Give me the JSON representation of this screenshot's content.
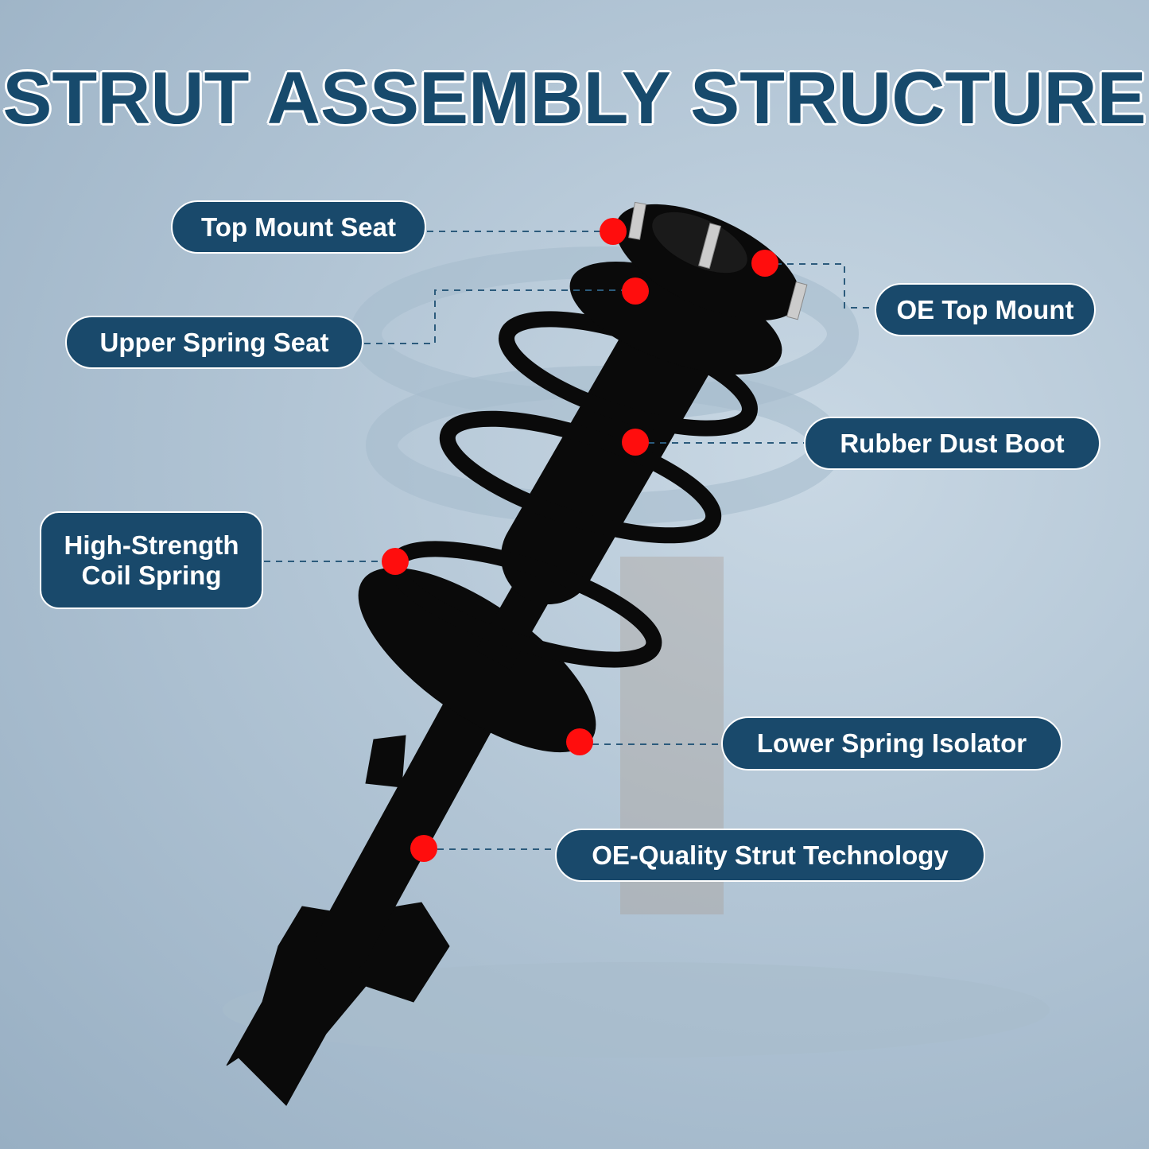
{
  "title": "STRUT ASSEMBLY STRUCTURE",
  "colors": {
    "title": "#174a6c",
    "pill": "#19496b",
    "dot": "#ff0d0d",
    "connector": "#2c5b7c"
  },
  "labels": {
    "top_mount_seat": "Top Mount Seat",
    "oe_top_mount": "OE Top Mount",
    "upper_spring_seat": "Upper Spring Seat",
    "rubber_dust_boot": "Rubber Dust Boot",
    "coil_spring_line1": "High-Strength",
    "coil_spring_line2": "Coil Spring",
    "lower_spring_isolator": "Lower Spring Isolator",
    "strut_technology": "OE-Quality Strut Technology"
  }
}
